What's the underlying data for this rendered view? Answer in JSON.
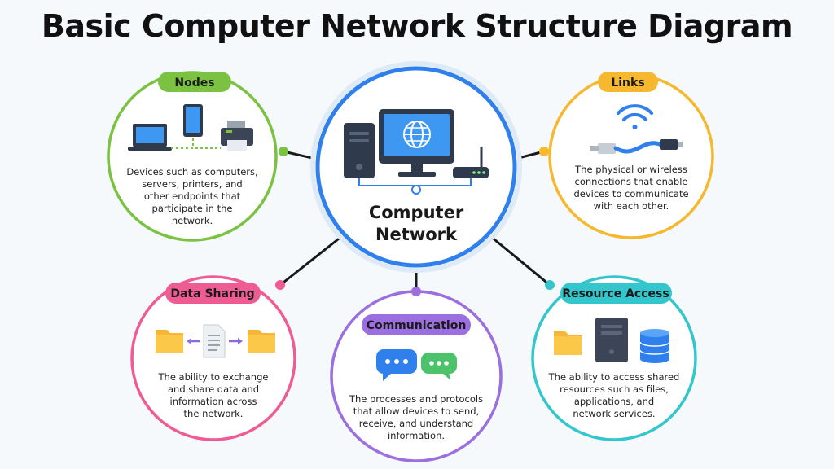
{
  "title": "Basic Computer Network Structure Diagram",
  "center": {
    "label_lines": [
      "Computer",
      "Network"
    ],
    "color": "#2f80ed"
  },
  "nodes": [
    {
      "id": "nodes",
      "label": "Nodes",
      "color": "#7cc242",
      "description_lines": [
        "Devices such as computers,",
        "servers, printers, and",
        "other endpoints that",
        "participate in the",
        "network."
      ],
      "icons": [
        "laptop-icon",
        "smartphone-icon",
        "printer-icon"
      ]
    },
    {
      "id": "links",
      "label": "Links",
      "color": "#f5b82e",
      "description_lines": [
        "The physical or wireless",
        "connections that enable",
        "devices to communicate",
        "with each other."
      ],
      "icons": [
        "wifi-icon",
        "usb-cable-icon"
      ]
    },
    {
      "id": "data-sharing",
      "label": "Data Sharing",
      "color": "#ef5b93",
      "description_lines": [
        "The ability to exchange",
        "and share data and",
        "information across",
        "the network."
      ],
      "icons": [
        "folder-icon",
        "document-icon",
        "folder-icon"
      ]
    },
    {
      "id": "communication",
      "label": "Communication",
      "color": "#9b6fe0",
      "description_lines": [
        "The processes and protocols",
        "that allow devices to send,",
        "receive, and understand",
        "information."
      ],
      "icons": [
        "chat-bubble-blue-icon",
        "chat-bubble-green-icon"
      ]
    },
    {
      "id": "resource-access",
      "label": "Resource Access",
      "color": "#33c6cc",
      "description_lines": [
        "The ability to access shared",
        "resources such as files,",
        "applications, and",
        "network services."
      ],
      "icons": [
        "folder-icon",
        "server-icon",
        "database-icon"
      ]
    }
  ]
}
